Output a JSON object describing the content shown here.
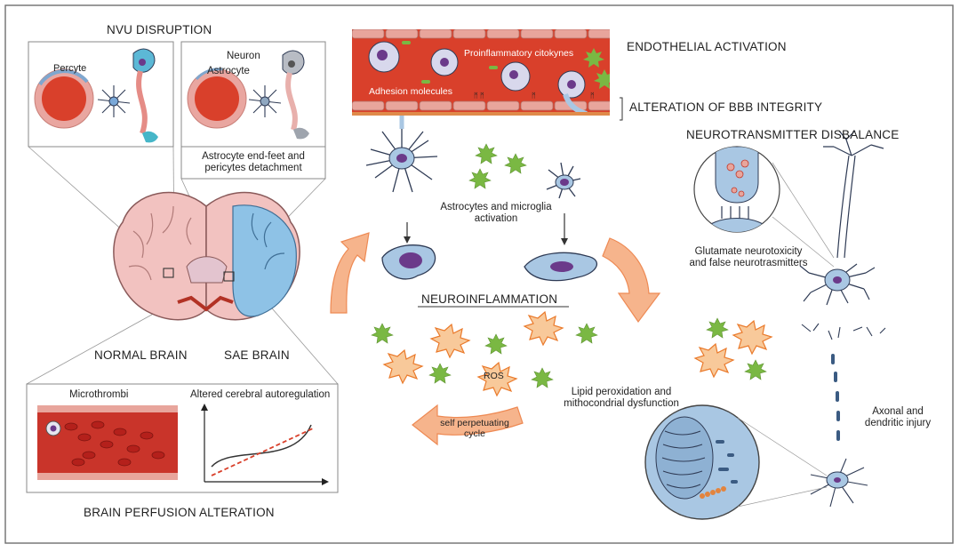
{
  "colors": {
    "frame": "#6f6f6f",
    "vessel_red": "#d9402b",
    "vessel_wall": "#e8a59c",
    "cell_blue": "#a9c7e3",
    "nucleus_purple": "#6b3a8a",
    "cytokine_green": "#7ab843",
    "ros_orange": "#f19b4d",
    "arrow_peach": "#f6b48c",
    "brain_pink": "#f2c2c0",
    "brain_blue": "#8ec2e6"
  },
  "headings": {
    "nvu": "NVU DISRUPTION",
    "endothelial": "ENDOTHELIAL ACTIVATION",
    "bbb": "ALTERATION OF BBB INTEGRITY",
    "neurotransmitter": "NEUROTRANSMITTER DISBALANCE",
    "neuroinflammation": "NEUROINFLAMMATION",
    "perfusion": "BRAIN PERFUSION ALTERATION",
    "normal_brain": "NORMAL BRAIN",
    "sae_brain": "SAE BRAIN"
  },
  "labels": {
    "percyte": "Percyte",
    "neuron": "Neuron",
    "astrocyte": "Astrocyte",
    "detachment_line1": "Astrocyte end-feet and",
    "detachment_line2": "pericytes detachment",
    "cytokines": "Proinflammatory citokynes",
    "adhesion": "Adhesion molecules",
    "activation_line1": "Astrocytes and microglia",
    "activation_line2": "activation",
    "glutamate_line1": "Glutamate neurotoxicity",
    "glutamate_line2": "and false neurotrasmitters",
    "microthrombi": "Microthrombi",
    "autoregulation": "Altered cerebral autoregulation",
    "ros": "ROS",
    "lipid_line1": "Lipid peroxidation and",
    "lipid_line2": "mithocondrial dysfunction",
    "axonal_line1": "Axonal and",
    "axonal_line2": "dendritic injury",
    "cycle_line1": "self perpetuating",
    "cycle_line2": "cycle"
  }
}
